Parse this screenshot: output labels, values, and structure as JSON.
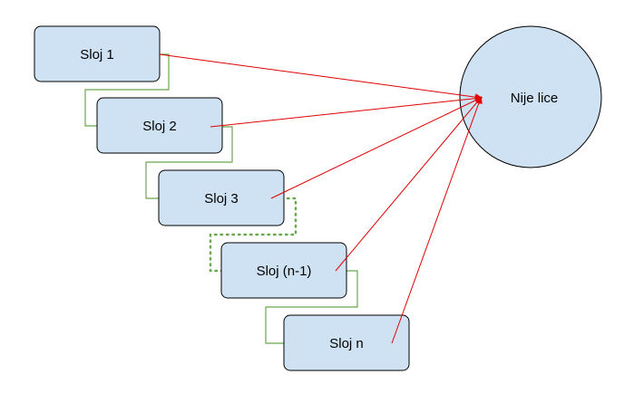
{
  "nodes": {
    "layer_1": "Sloj 1",
    "layer_2": "Sloj 2",
    "layer_3": "Sloj 3",
    "layer_n_minus_1": "Sloj (n-1)",
    "layer_n": "Sloj n",
    "not_face": "Nije lice"
  },
  "colors": {
    "node_fill": "#cfe2f3",
    "node_stroke": "#000000",
    "reject_edge": "#e00000",
    "pass_edge": "#6aa84f"
  }
}
